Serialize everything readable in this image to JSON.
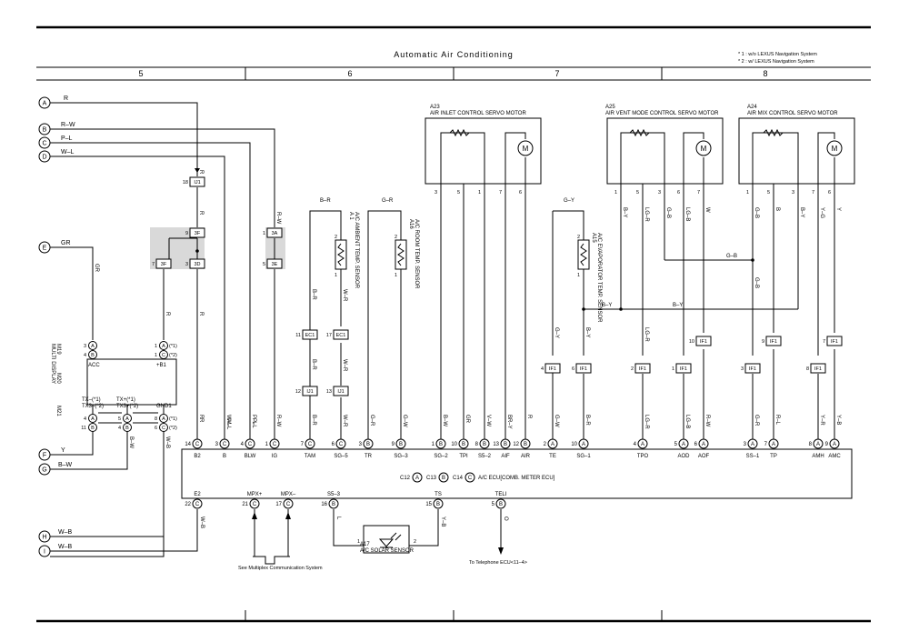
{
  "title": "Automatic Air Conditioning",
  "notes": [
    "* 1 : w/o LEXUS Navigation System",
    "* 2 : w/ LEXUS Navigation System"
  ],
  "columns": [
    "5",
    "6",
    "7",
    "8"
  ],
  "left_connectors": [
    {
      "id": "A",
      "wire": "R"
    },
    {
      "id": "B",
      "wire": "R–W"
    },
    {
      "id": "C",
      "wire": "P–L"
    },
    {
      "id": "D",
      "wire": "W–L"
    },
    {
      "id": "E",
      "wire": "GR"
    },
    {
      "id": "F",
      "wire": "Y"
    },
    {
      "id": "G",
      "wire": "B–W"
    },
    {
      "id": "H",
      "wire": "W–B"
    },
    {
      "id": "I",
      "wire": "W–B"
    }
  ],
  "components": {
    "a23": {
      "code": "A23",
      "name": "AIR INLET CONTROL SERVO MOTOR"
    },
    "a25": {
      "code": "A25",
      "name": "AIR VENT MODE CONTROL SERVO MOTOR"
    },
    "a24": {
      "code": "A24",
      "name": "AIR MIX CONTROL SERVO MOTOR"
    },
    "a1": {
      "code": "A 1",
      "name": "A/C AMBIENT TEMP. SENSOR"
    },
    "a16": {
      "code": "A16",
      "name": "A/C ROOM TEMP. SENSOR"
    },
    "a15": {
      "code": "A15",
      "name": "A/C EVAPORATOR TEMP. SENSOR"
    },
    "a17": {
      "code": "A17",
      "name": "A/C SOLAR SENSOR"
    },
    "multi": {
      "code": "M19",
      "name": "MULTI DISPLAY",
      "pins": [
        "ACC",
        "+B1",
        "TX–(*1)",
        "TX3–(*2)",
        "TX+(*1)",
        "TX3+(*2)",
        "GND1"
      ],
      "conns": [
        "M20",
        "M21"
      ]
    }
  },
  "ecu_legend": {
    "c12": "C12",
    "c13": "C13",
    "c14": "C14",
    "text": "A/C ECU[COMB. METER ECU]"
  },
  "ecu_pins_top": [
    {
      "num": "14",
      "conn": "C",
      "name": "B2",
      "wire": "R"
    },
    {
      "num": "3",
      "conn": "C",
      "name": "B",
      "wire": "W–L"
    },
    {
      "num": "4",
      "conn": "C",
      "name": "BLW",
      "wire": "P–L"
    },
    {
      "num": "1",
      "conn": "C",
      "name": "IG",
      "wire": "R–W"
    },
    {
      "num": "7",
      "conn": "C",
      "name": "TAM",
      "wire": "B–R"
    },
    {
      "num": "6",
      "conn": "C",
      "name": "SG–5",
      "wire": "W–R"
    },
    {
      "num": "3",
      "conn": "B",
      "name": "TR",
      "wire": "G–R"
    },
    {
      "num": "9",
      "conn": "B",
      "name": "SG–3",
      "wire": "G–W"
    },
    {
      "num": "1",
      "conn": "B",
      "name": "SG–2",
      "wire": "B–W"
    },
    {
      "num": "10",
      "conn": "B",
      "name": "TPI",
      "wire": "GR"
    },
    {
      "num": "8",
      "conn": "B",
      "name": "S5–2",
      "wire": "V–W"
    },
    {
      "num": "13",
      "conn": "B",
      "name": "AIF",
      "wire": "BR–Y"
    },
    {
      "num": "12",
      "conn": "B",
      "name": "AIR",
      "wire": "R"
    },
    {
      "num": "2",
      "conn": "A",
      "name": "TE",
      "wire": "G–W"
    },
    {
      "num": "10",
      "conn": "A",
      "name": "SG–1",
      "wire": "B–R"
    },
    {
      "num": "4",
      "conn": "A",
      "name": "TPO",
      "wire": "LG–R"
    },
    {
      "num": "5",
      "conn": "A",
      "name": "AOD",
      "wire": "LG–B"
    },
    {
      "num": "6",
      "conn": "A",
      "name": "AOF",
      "wire": "R–W"
    },
    {
      "num": "3",
      "conn": "A",
      "name": "SS–1",
      "wire": "G–R"
    },
    {
      "num": "7",
      "conn": "A",
      "name": "TP",
      "wire": "R–L"
    },
    {
      "num": "8",
      "conn": "A",
      "name": "AMH",
      "wire": "Y–R"
    },
    {
      "num": "9",
      "conn": "A",
      "name": "AMC",
      "wire": "Y–B"
    }
  ],
  "ecu_pins_bottom": [
    {
      "num": "22",
      "conn": "C",
      "name": "E2",
      "wire": "W–B"
    },
    {
      "num": "21",
      "conn": "C",
      "name": "MPX+"
    },
    {
      "num": "17",
      "conn": "C",
      "name": "MPX–"
    },
    {
      "num": "16",
      "conn": "B",
      "name": "S5–3",
      "wire": "L"
    },
    {
      "num": "15",
      "conn": "B",
      "name": "TS",
      "wire": "Y–B"
    },
    {
      "num": "5",
      "conn": "B",
      "name": "TELI",
      "wire": "O"
    }
  ],
  "junctions": {
    "ij1_top": {
      "pin": "18",
      "label": "IJ1"
    },
    "j3f_9": {
      "pin": "9",
      "label": "3F"
    },
    "j3f_7": {
      "pin": "7",
      "label": "3F"
    },
    "j3d_3": {
      "pin": "3",
      "label": "3D"
    },
    "j3a_1": {
      "pin": "1",
      "label": "3A"
    },
    "j3e_5": {
      "pin": "5",
      "label": "3E"
    },
    "ec1_11": {
      "pin": "11",
      "label": "EC1"
    },
    "ec1_17": {
      "pin": "17",
      "label": "EC1"
    },
    "ij1_12": {
      "pin": "12",
      "label": "IJ1"
    },
    "ij1_13": {
      "pin": "13",
      "label": "IJ1"
    },
    "if1_4": {
      "pin": "4",
      "label": "IF1"
    },
    "if1_6": {
      "pin": "6",
      "label": "IF1"
    },
    "if1_2": {
      "pin": "2",
      "label": "IF1"
    },
    "if1_1": {
      "pin": "1",
      "label": "IF1"
    },
    "if1_3": {
      "pin": "3",
      "label": "IF1"
    },
    "if1_8": {
      "pin": "8",
      "label": "IF1"
    },
    "if1_10": {
      "pin": "10",
      "label": "IF1"
    },
    "if1_9": {
      "pin": "9",
      "label": "IF1"
    },
    "if1_7": {
      "pin": "7",
      "label": "IF1"
    }
  },
  "wire_labels": {
    "r_top": "R",
    "gr": "GR",
    "br_a1": "B–R",
    "gr_a16": "G–R",
    "gy": "G–Y",
    "gb": "G–B",
    "by_bus": "B–Y",
    "by": "B–Y",
    "wr": "W–R",
    "gw": "G–W",
    "gy_v": "G–Y",
    "lgr": "LG–R",
    "lgb": "LG–B",
    "w": "W",
    "b": "B",
    "yg": "Y–G",
    "y": "Y",
    "rw": "R–W",
    "wl": "W–L",
    "pl": "P–L",
    "yw": "B–W",
    "wb": "W–B"
  },
  "notes_bottom": {
    "mpx": "See Multiplex Communication System",
    "tel": "To Telephone ECU<11–4>"
  },
  "motor_symbol": "M",
  "pins_labels": {
    "a23": [
      "3",
      "5",
      "1",
      "7",
      "6"
    ],
    "a25": [
      "1",
      "5",
      "3",
      "6",
      "7"
    ],
    "a24": [
      "1",
      "5",
      "3",
      "7",
      "6"
    ],
    "sensor": [
      "2",
      "1"
    ],
    "solar": [
      "1",
      "2"
    ],
    "multi_acc": [
      "3",
      "A",
      "4",
      "B"
    ],
    "multi_b1": [
      "1",
      "A",
      "1",
      "C"
    ],
    "multi_tx": [
      "4",
      "A",
      "11",
      "B"
    ],
    "multi_txp": [
      "5",
      "A",
      "4",
      "B"
    ],
    "multi_gnd": [
      "8",
      "A",
      "6",
      "C"
    ],
    "mpx": [
      "21",
      "C",
      "17",
      "C"
    ]
  },
  "sup": {
    "s1": "(*1)",
    "s2": "(*2)"
  }
}
